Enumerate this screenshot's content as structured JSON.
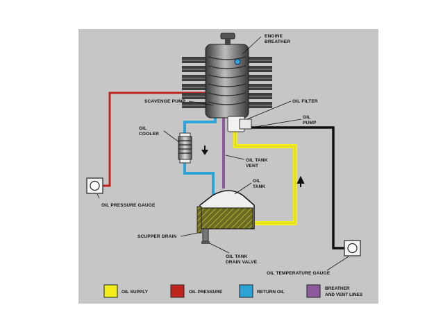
{
  "labels": {
    "engine_breather": [
      "ENGINE",
      "BREATHER"
    ],
    "scavenge_pump": "SCAVENGE PUMP",
    "oil_filter": "OIL FILTER",
    "oil_pump": [
      "OIL",
      "PUMP"
    ],
    "oil_cooler": [
      "OIL",
      "COOLER"
    ],
    "oil_tank_vent": [
      "OIL TANK",
      "VENT"
    ],
    "oil_tank": [
      "OIL",
      "TANK"
    ],
    "oil_pressure_gauge": "OIL PRESSURE GAUGE",
    "scupper_drain": "SCUPPER DRAIN",
    "oil_tank_drain_valve": [
      "OIL TANK",
      "DRAIN VALVE"
    ],
    "oil_temperature_gauge": "OIL TEMPERATURE GAUGE"
  },
  "legend": [
    {
      "label": "OIL SUPPLY",
      "color": "#f4ef1c"
    },
    {
      "label": "OIL PRESSURE",
      "color": "#c0251d"
    },
    {
      "label": "RETURN OIL",
      "color": "#2fa2d6"
    },
    {
      "label": [
        "BREATHER",
        "AND VENT LINES"
      ],
      "color": "#8e5a9e"
    }
  ],
  "colors": {
    "panel": "#c6c6c6",
    "oil_supply": "#f4ef1c",
    "oil_pressure": "#c0251d",
    "return_oil": "#2fa2d6",
    "breather": "#8e5a9e",
    "temp_line": "#111111",
    "oil_fill": "#6b6a22"
  },
  "icons": [
    "engine-icon",
    "oil-cooler-icon",
    "oil-filter-icon",
    "oil-tank-icon",
    "pressure-gauge-icon",
    "temperature-gauge-icon",
    "flow-arrow-down-icon",
    "flow-arrow-up-icon"
  ]
}
